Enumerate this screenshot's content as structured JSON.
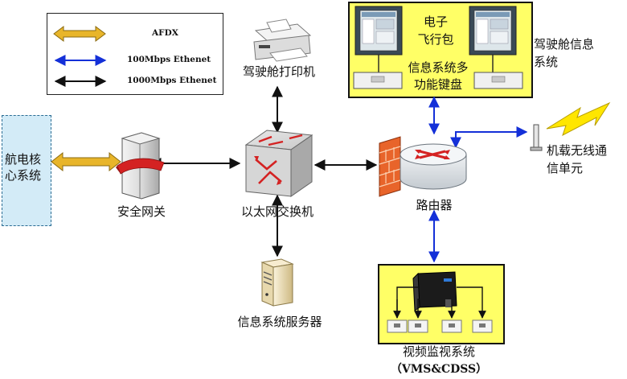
{
  "legend": {
    "items": [
      {
        "label": "AFDX",
        "kind": "afdx",
        "color": "#e8b52a"
      },
      {
        "label": "100Mbps Ethenet",
        "kind": "100mbps",
        "color": "#1430d8"
      },
      {
        "label": "1000Mbps Ethenet",
        "kind": "1000mbps",
        "color": "#111111"
      }
    ]
  },
  "nodes": {
    "avionics_core": "航电核\n心系统",
    "security_gateway": "安全网关",
    "ethernet_switch": "以太网交换机",
    "cockpit_printer": "驾驶舱打印机",
    "info_server": "信息系统服务器",
    "router": "路由器",
    "wireless_unit": "机载无线通\n信单元",
    "efb": "电子\n飞行包",
    "keyboard": "信息系统多\n功能键盘",
    "cockpit_info_system": "驾驶舱信息\n系统",
    "video_system": "视频监视系统",
    "video_system_sub": "（VMS&CDSS）"
  },
  "colors": {
    "highlight_yellow": "#ffff66",
    "core_fill": "#d3ebf7",
    "link_blue": "#1430d8",
    "link_black": "#111111",
    "afdx_gold": "#e8b52a",
    "router_red": "#d42222"
  }
}
